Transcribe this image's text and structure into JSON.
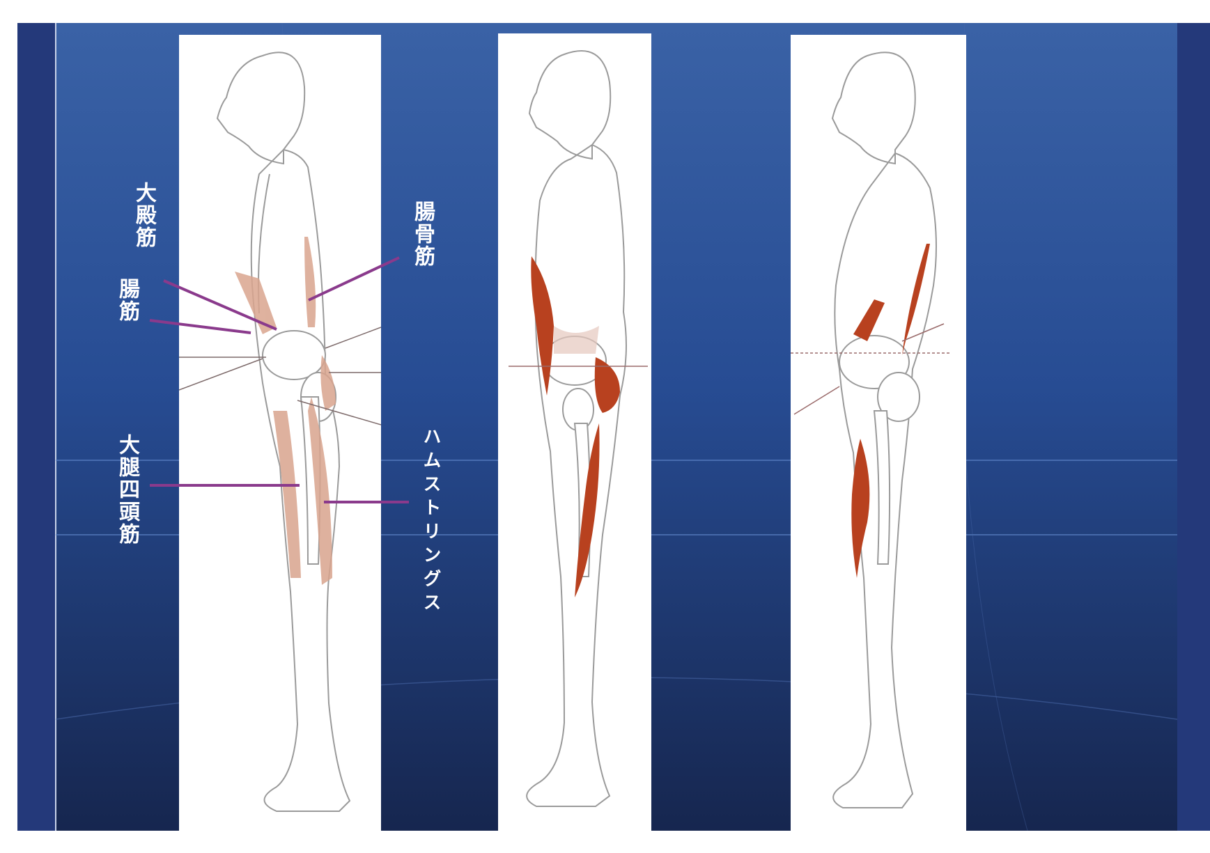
{
  "labels": {
    "gluteus_maximus": "大殿筋",
    "psoas": "腸筋",
    "iliacus": "腸骨筋",
    "quadriceps": "大腿四頭筋",
    "hamstrings": "ハムストリングス"
  },
  "colors": {
    "background": "#2a3c7e",
    "panel": "#ffffff",
    "muscle_light": "#d9a48e",
    "muscle_dark": "#b8411f",
    "leader_line": "#8a3a8c",
    "outline": "#9a9a9a"
  }
}
